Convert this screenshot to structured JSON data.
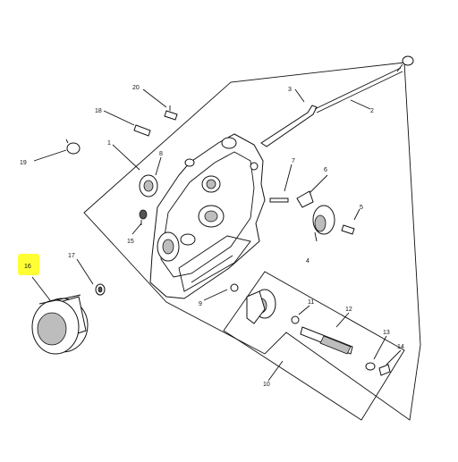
{
  "labels": {
    "l1": "1",
    "l2": "2",
    "l3": "3",
    "l4": "4",
    "l5": "5",
    "l6": "6",
    "l7": "7",
    "l8": "8",
    "l9": "9",
    "l10": "10",
    "l11": "11",
    "l12": "12",
    "l13": "13",
    "l14": "14",
    "l15": "15",
    "l16": "16",
    "l17": "17",
    "l18": "18",
    "l19": "19",
    "l20": "20"
  },
  "highlight": {
    "label_key": "l16",
    "color": "#ffff33"
  }
}
